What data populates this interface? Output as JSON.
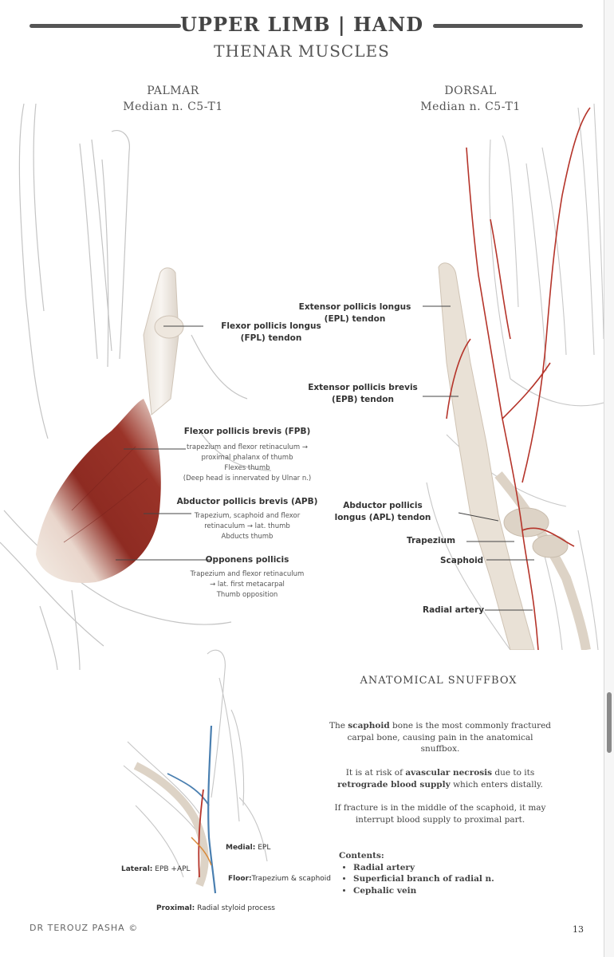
{
  "header": {
    "title": "UPPER LIMB | HAND",
    "subtitle": "THENAR MUSCLES"
  },
  "palmar": {
    "view": "PALMAR",
    "nerve": "Median n. C5-T1",
    "labels": {
      "fpl": [
        "Flexor pollicis longus",
        "(FPL) tendon"
      ],
      "fpb": {
        "name": "Flexor pollicis brevis (FPB)",
        "lines": [
          "trapezium and flexor retinaculum →",
          "proximal phalanx of thumb",
          "Flexes thumb",
          "(Deep head is innervated by Ulnar n.)"
        ]
      },
      "apb": {
        "name": "Abductor pollicis brevis (APB)",
        "lines": [
          "Trapezium, scaphoid and flexor",
          "retinaculum → lat. thumb",
          "Abducts thumb"
        ]
      },
      "op": {
        "name": "Opponens pollicis",
        "lines": [
          "Trapezium and flexor retinaculum",
          "→ lat. first metacarpal",
          "Thumb opposition"
        ]
      }
    }
  },
  "dorsal": {
    "view": "DORSAL",
    "nerve": "Median n. C5-T1",
    "labels": {
      "epl": [
        "Extensor pollicis longus",
        "(EPL) tendon"
      ],
      "epb": [
        "Extensor pollicis brevis",
        "(EPB) tendon"
      ],
      "apl": [
        "Abductor pollicis",
        "longus (APL) tendon"
      ],
      "trapezium": "Trapezium",
      "scaphoid": "Scaphoid",
      "radial_artery": "Radial artery"
    }
  },
  "snuffbox": {
    "title": "ANATOMICAL SNUFFBOX",
    "p1": {
      "a": "The ",
      "b": "scaphoid",
      "c": " bone is the most commonly fractured carpal bone, causing pain in the anatomical snuffbox."
    },
    "p2": {
      "a": "It is at risk of ",
      "b": "avascular necrosis",
      "c": " due to its ",
      "d": "retrograde blood supply",
      "e": " which enters distally."
    },
    "p3": "If fracture is in the middle of the scaphoid, it may interrupt blood supply to proximal part.",
    "contents_title": "Contents:",
    "contents": [
      "Radial artery",
      "Superficial branch of radial n.",
      "Cephalic vein"
    ],
    "borders": {
      "medial_k": "Medial:",
      "medial_v": " EPL",
      "lateral_k": "Lateral:",
      "lateral_v": " EPB +APL",
      "floor_k": "Floor:",
      "floor_v": "Trapezium & scaphoid",
      "proximal_k": "Proximal:",
      "proximal_v": " Radial styloid process"
    }
  },
  "footer": {
    "author": "DR TEROUZ PASHA ©",
    "page": "13"
  },
  "colors": {
    "muscle": "#8e2b22",
    "artery": "#b5342a",
    "vein": "#4a7fb0",
    "outline": "#bdbdbd"
  }
}
